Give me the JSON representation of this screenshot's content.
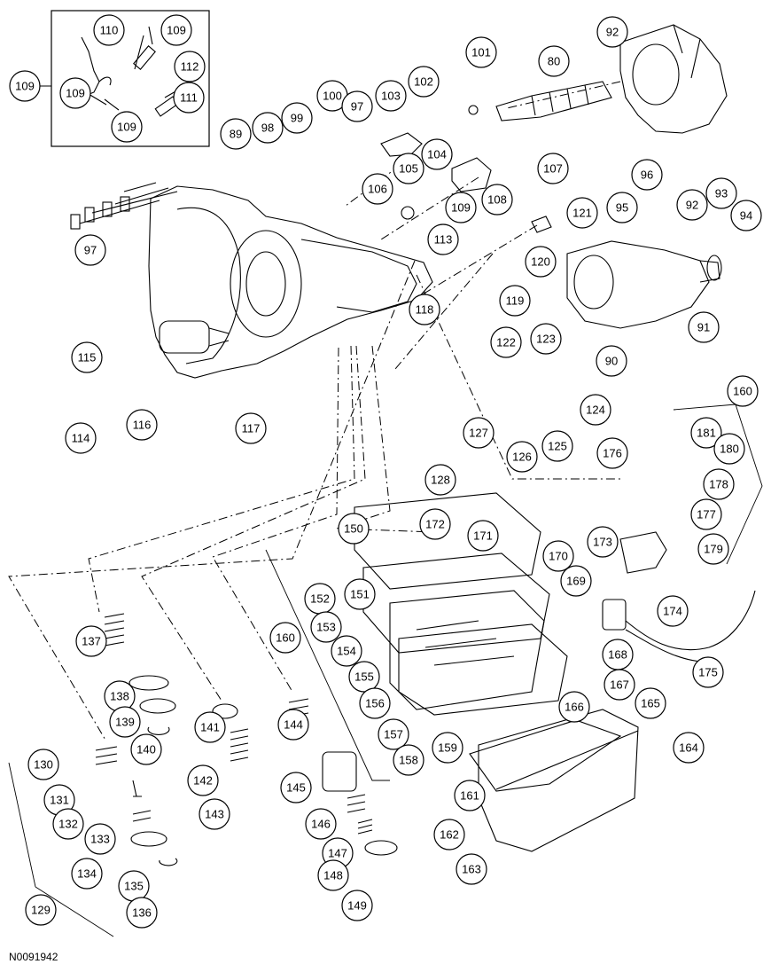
{
  "figure_code": "N0091942",
  "callouts": [
    "110",
    "109",
    "109",
    "112",
    "109",
    "111",
    "109",
    "101",
    "92",
    "80",
    "102",
    "103",
    "100",
    "97",
    "99",
    "98",
    "89",
    "104",
    "107",
    "105",
    "106",
    "108",
    "109",
    "113",
    "96",
    "95",
    "93",
    "92",
    "94",
    "121",
    "120",
    "97",
    "119",
    "118",
    "91",
    "90",
    "115",
    "123",
    "122",
    "160",
    "124",
    "116",
    "114",
    "117",
    "127",
    "181",
    "180",
    "126",
    "125",
    "176",
    "178",
    "128",
    "172",
    "171",
    "150",
    "177",
    "170",
    "173",
    "179",
    "151",
    "169",
    "152",
    "174",
    "137",
    "153",
    "160",
    "154",
    "175",
    "168",
    "155",
    "167",
    "138",
    "156",
    "166",
    "165",
    "139",
    "144",
    "141",
    "157",
    "140",
    "159",
    "164",
    "158",
    "130",
    "161",
    "142",
    "143",
    "145",
    "131",
    "132",
    "146",
    "133",
    "162",
    "147",
    "134",
    "148",
    "135",
    "163",
    "129",
    "136",
    "149"
  ],
  "colors": {
    "line": "#000000",
    "background": "#ffffff"
  }
}
